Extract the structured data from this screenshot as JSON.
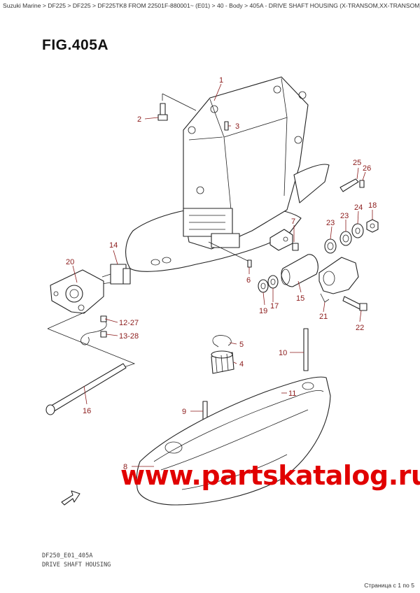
{
  "breadcrumb": {
    "text": "Suzuki Marine > DF225 > DF225 > DF225TK8 FROM 22501F-880001~ (E01) > 40 - Body > 405A - DRIVE SHAFT HOUSING (X-TRANSOM,XX-TRANSOM)"
  },
  "figure": {
    "title": "FIG.405A",
    "code": "DF250_E01_405A",
    "name": "DRIVE SHAFT HOUSING"
  },
  "callouts": {
    "c1": "1",
    "c2": "2",
    "c3": "3",
    "c4": "4",
    "c5": "5",
    "c6": "6",
    "c7": "7",
    "c8": "8",
    "c9": "9",
    "c10": "10",
    "c11": "11",
    "c12_27": "12-27",
    "c13_28": "13-28",
    "c14": "14",
    "c15": "15",
    "c16": "16",
    "c17": "17",
    "c18": "18",
    "c19": "19",
    "c20": "20",
    "c21": "21",
    "c22": "22",
    "c23a": "23",
    "c23b": "23",
    "c24": "24",
    "c25": "25",
    "c26": "26"
  },
  "watermark": "www.partskatalog.ru",
  "pagination": "Страница с 1 по 5",
  "colors": {
    "callout": "#8b1a1a",
    "watermark": "#e10000"
  }
}
